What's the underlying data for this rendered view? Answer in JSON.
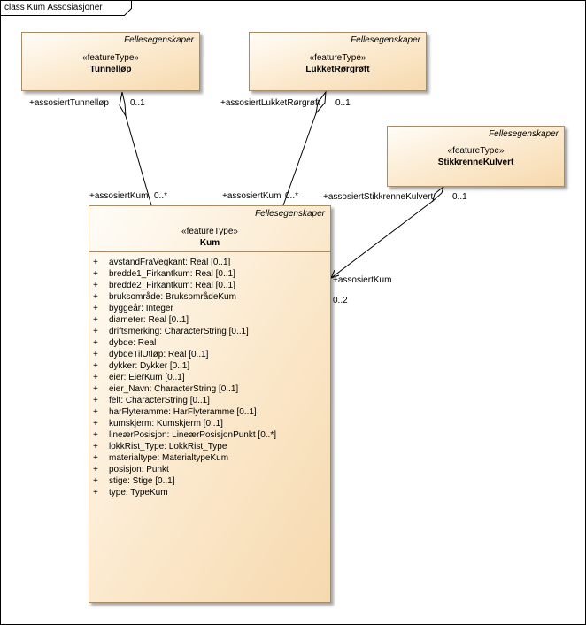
{
  "frame": {
    "label": "class Kum Assosiasjoner"
  },
  "classes": {
    "tunnellop": {
      "package": "Fellesegenskaper",
      "stereotype": "«featureType»",
      "name": "Tunnelløp"
    },
    "lukket": {
      "package": "Fellesegenskaper",
      "stereotype": "«featureType»",
      "name": "LukketRørgrøft"
    },
    "stikk": {
      "package": "Fellesegenskaper",
      "stereotype": "«featureType»",
      "name": "StikkrenneKulvert"
    },
    "kum": {
      "package": "Fellesegenskaper",
      "stereotype": "«featureType»",
      "name": "Kum",
      "attributes": [
        {
          "vis": "+",
          "text": "avstandFraVegkant: Real [0..1]"
        },
        {
          "vis": "+",
          "text": "bredde1_Firkantkum: Real [0..1]"
        },
        {
          "vis": "+",
          "text": "bredde2_Firkantkum: Real [0..1]"
        },
        {
          "vis": "+",
          "text": "bruksområde: BruksområdeKum"
        },
        {
          "vis": "+",
          "text": "byggeår: Integer"
        },
        {
          "vis": "+",
          "text": "diameter: Real [0..1]"
        },
        {
          "vis": "+",
          "text": "driftsmerking: CharacterString [0..1]"
        },
        {
          "vis": "+",
          "text": "dybde: Real"
        },
        {
          "vis": "+",
          "text": "dybdeTilUtløp: Real [0..1]"
        },
        {
          "vis": "+",
          "text": "dykker: Dykker [0..1]"
        },
        {
          "vis": "+",
          "text": "eier: EierKum [0..1]"
        },
        {
          "vis": "+",
          "text": "eier_Navn: CharacterString [0..1]"
        },
        {
          "vis": "+",
          "text": "felt: CharacterString [0..1]"
        },
        {
          "vis": "+",
          "text": "harFlyteramme: HarFlyteramme [0..1]"
        },
        {
          "vis": "+",
          "text": "kumskjerm: Kumskjerm [0..1]"
        },
        {
          "vis": "+",
          "text": "lineærPosisjon: LineærPosisjonPunkt [0..*]"
        },
        {
          "vis": "+",
          "text": "lokkRist_Type: LokkRist_Type"
        },
        {
          "vis": "+",
          "text": "materialtype: MaterialtypeKum"
        },
        {
          "vis": "+",
          "text": "posisjon: Punkt"
        },
        {
          "vis": "+",
          "text": "stige: Stige [0..1]"
        },
        {
          "vis": "+",
          "text": "type: TypeKum"
        }
      ]
    }
  },
  "associations": {
    "a1": {
      "source_role": "+assosiertTunnelløp",
      "source_mult": "0..1",
      "target_role": "+assosiertKum",
      "target_mult": "0..*"
    },
    "a2": {
      "source_role": "+assosiertLukketRørgrøft",
      "source_mult": "0..1",
      "target_role": "+assosiertKum",
      "target_mult": "0..*"
    },
    "a3": {
      "source_role": "+assosiertStikkrenneKulvert",
      "source_mult": "0..1",
      "target_role": "+assosiertKum",
      "target_mult": "0..2"
    }
  }
}
